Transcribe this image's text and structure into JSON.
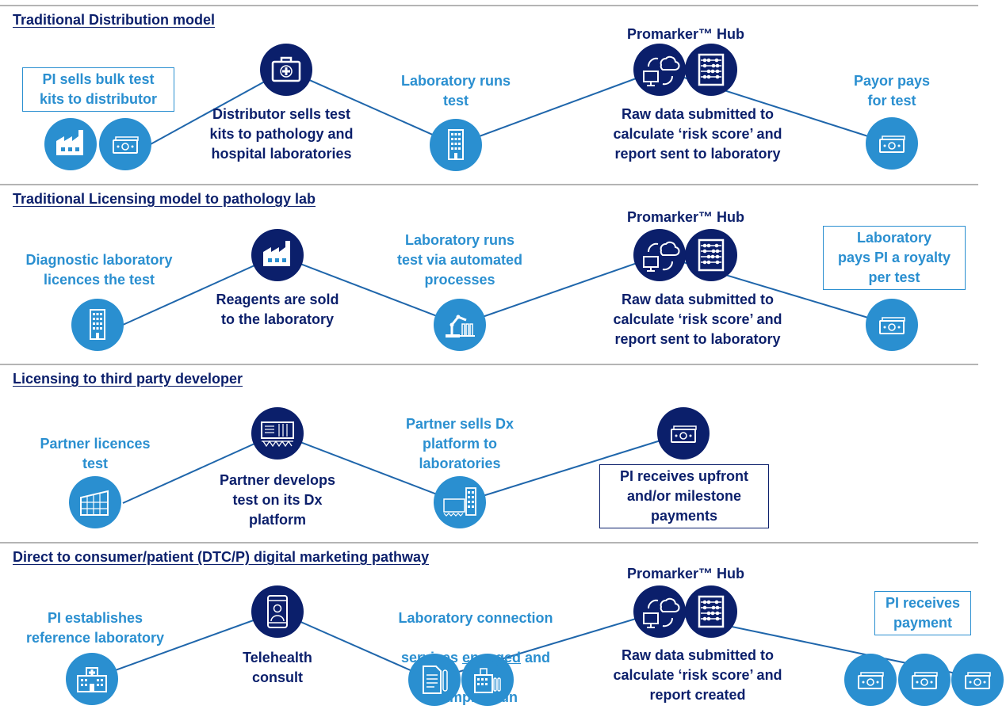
{
  "colors": {
    "light": "#2a8fd0",
    "dark": "#0b1f6b",
    "separator": "#b4b4b4"
  },
  "sections": [
    {
      "title": "Traditional Distribution model",
      "labels": {
        "start": "PI sells bulk test\nkits to distributor",
        "step2": "Distributor sells test\nkits to pathology and\nhospital laboratories",
        "step3": "Laboratory runs\ntest",
        "hub_title": "Promarker™ Hub",
        "hub": "Raw data submitted to\ncalculate ‘risk score’ and\nreport sent to laboratory",
        "end": "Payor pays\nfor test"
      },
      "icons": [
        "factory-icon",
        "money-icon",
        "medical-kit-icon",
        "building-icon",
        "cloud-computer-icon",
        "abacus-icon",
        "money-icon"
      ]
    },
    {
      "title": "Traditional Licensing model to pathology lab",
      "labels": {
        "start": "Diagnostic laboratory\nlicences the test",
        "step2": "Reagents are sold\nto the laboratory",
        "step3": "Laboratory runs\ntest via automated\nprocesses",
        "hub_title": "Promarker™ Hub",
        "hub": "Raw data submitted to\ncalculate ‘risk score’ and\nreport sent to laboratory",
        "end": "Laboratory\npays PI a royalty\nper test"
      },
      "icons": [
        "building-icon",
        "factory-icon",
        "robot-arm-icon",
        "cloud-computer-icon",
        "abacus-icon",
        "money-icon"
      ]
    },
    {
      "title": "Licensing to third party developer",
      "labels": {
        "start": "Partner licences\ntest",
        "step2": "Partner develops\ntest on its Dx\nplatform",
        "step3": "Partner sells Dx\nplatform to\nlaboratories",
        "end": "PI receives upfront\nand/or milestone\npayments"
      },
      "icons": [
        "office-building-icon",
        "dx-platform-icon",
        "platform-building-icon",
        "money-icon"
      ]
    },
    {
      "title": "Direct to consumer/patient (DTC/P) digital marketing pathway",
      "labels": {
        "start": "PI establishes\nreference laboratory",
        "step2": "Telehealth\nconsult",
        "step3_line1_pre": "Laboratory connection",
        "step3_line2_pre": "services ",
        "step3_line2_ul": "engaged",
        "step3_line2_post": " and",
        "step3_line3": "samples run",
        "hub_title": "Promarker™ Hub",
        "hub": "Raw data submitted to\ncalculate ‘risk score’ and\nreport created",
        "end": "PI receives\npayment"
      },
      "icons": [
        "hospital-icon",
        "phone-doctor-icon",
        "document-icon",
        "lab-building-icon",
        "cloud-computer-icon",
        "abacus-icon",
        "money-icon",
        "money-icon",
        "money-icon"
      ]
    }
  ]
}
